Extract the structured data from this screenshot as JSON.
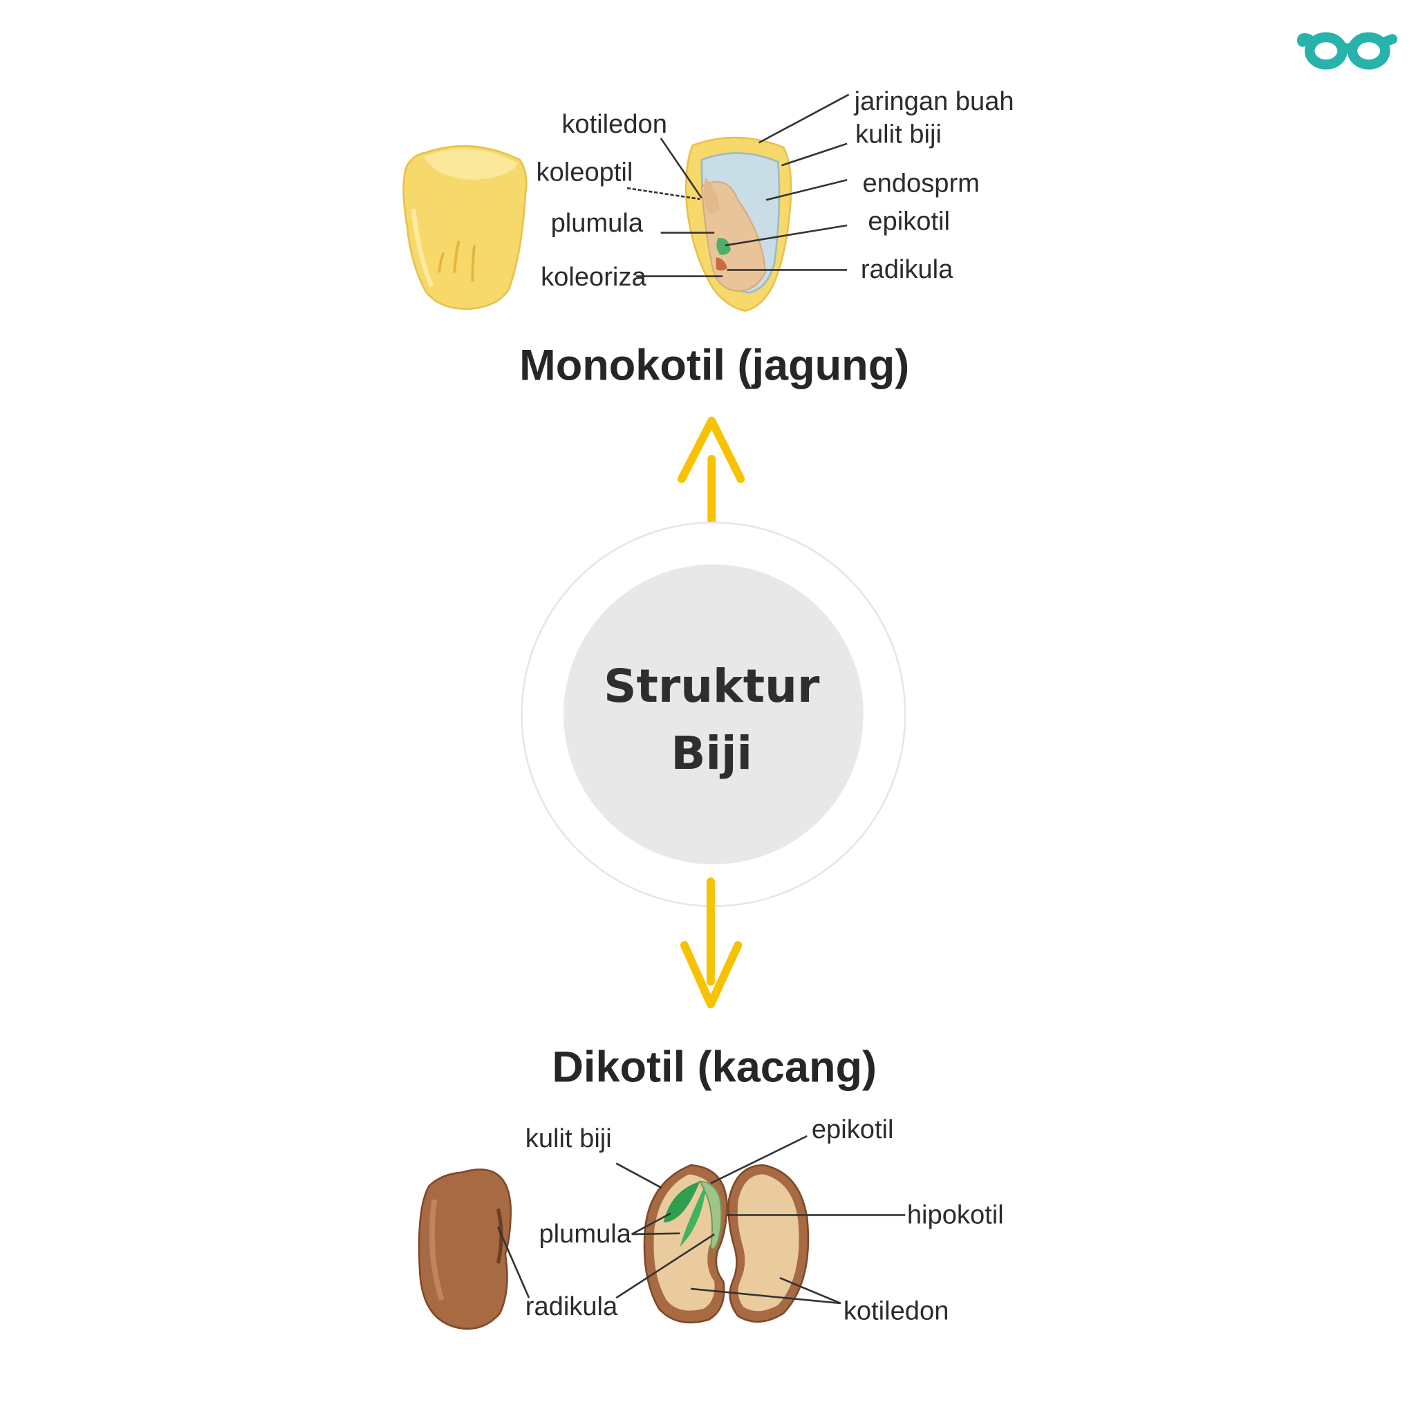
{
  "colors": {
    "arrow": "#F7C200",
    "logo": "#27B3AA",
    "center_circle": "#E8E8E8",
    "ring": "#E6E6E6",
    "corn_yellow": "#F6D96A",
    "endosperm_blue": "#C9DDE6",
    "bean_brown": "#A86A43",
    "cotyledon_tan": "#EACB9E",
    "plumule_green": "#2E9E4F"
  },
  "logo": {
    "icon": "glasses-icon"
  },
  "center": {
    "line1": "Struktur",
    "line2": "Biji"
  },
  "monocot": {
    "title": "Monokotil (jagung)",
    "labels": {
      "kotiledon": "kotiledon",
      "koleoptil": "koleoptil",
      "plumula": "plumula",
      "koleoriza": "koleoriza",
      "jaringan_buah": "jaringan buah",
      "kulit_biji": "kulit biji",
      "endosperm": "endosprm",
      "epikotil": "epikotil",
      "radikula": "radikula"
    }
  },
  "dicot": {
    "title": "Dikotil (kacang)",
    "labels": {
      "kulit_biji": "kulit biji",
      "plumula": "plumula",
      "radikula": "radikula",
      "epikotil": "epikotil",
      "hipokotil": "hipokotil",
      "kotiledon": "kotiledon"
    }
  }
}
